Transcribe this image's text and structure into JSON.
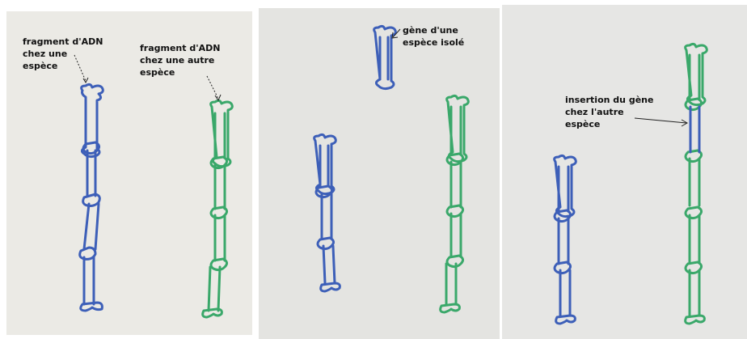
{
  "panel1": {
    "label_left": "fragment d'ADN\nchez une\nespèce",
    "label_right": "fragment d'ADN\nchez une autre\nespèce"
  },
  "panel2": {
    "label_gene": "gène d'une\nespèce isolé"
  },
  "panel3": {
    "label_insertion": "insertion du gène\nchez l'autre\nespèce"
  },
  "colors": {
    "blue_clip": "#3d5fb8",
    "green_clip": "#3aa86a",
    "paper_1": "#ebeae5",
    "paper_2": "#e4e4e1",
    "paper_3": "#e6e6e4",
    "background": "#ffffff"
  }
}
